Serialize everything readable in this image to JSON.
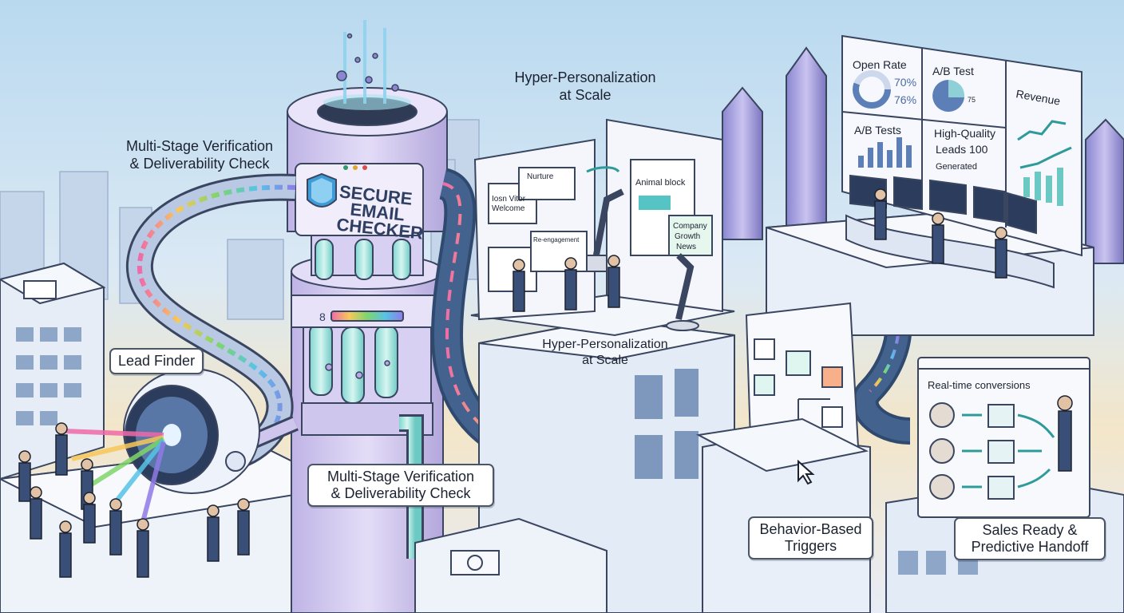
{
  "labels": {
    "multi_stage_top_line1": "Multi-Stage Verification",
    "multi_stage_top_line2": "& Deliverability Check",
    "hyper_top_line1": "Hyper-Personalization",
    "hyper_top_line2": "at Scale",
    "lead_finder": "Lead Finder",
    "multi_stage_bottom_line1": "Multi-Stage Verification",
    "multi_stage_bottom_line2": "& Deliverability Check",
    "hyper_mid_line1": "Hyper-Personalization",
    "hyper_mid_line2": "at Scale",
    "behavior_line1": "Behavior-Based",
    "behavior_line2": "Triggers",
    "sales_line1": "Sales Ready &",
    "sales_line2": "Predictive Handoff"
  },
  "tower": {
    "sign_line1": "SECURE",
    "sign_line2": "EMAIL",
    "sign_line3": "CHECKER",
    "gauge_mark": "8"
  },
  "email_screens": {
    "welcome_line1": "Iosn Vitor",
    "welcome_line2": "Welcome",
    "nurture": "Nurture",
    "reengagement": "Re-engagement",
    "animal_block": "Animal block",
    "company_line1": "Company",
    "company_line2": "Growth",
    "company_line3": "News"
  },
  "dashboard": {
    "open_rate": "Open Rate",
    "open_rate_val1": "70%",
    "open_rate_val2": "76%",
    "ab_test": "A/B Test",
    "ab_test_mark": "75",
    "revenue": "Revenue",
    "ab_tests": "A/B Tests",
    "hq_line1": "High-Quality",
    "hq_line2": "Leads 100",
    "hq_line3": "Generated"
  },
  "handoff": {
    "title": "Real-time conversions"
  },
  "colors": {
    "sky_top": "#b9d9ef",
    "sky_glow": "#f3e6c9",
    "tower_lavender": "#cfc6ee",
    "pipe_dark": "#2f4a6e",
    "shield_blue": "#3f9bd6",
    "accent_teal": "#56c4c4",
    "building_light": "#eef3fa",
    "outline": "#3a4560"
  }
}
